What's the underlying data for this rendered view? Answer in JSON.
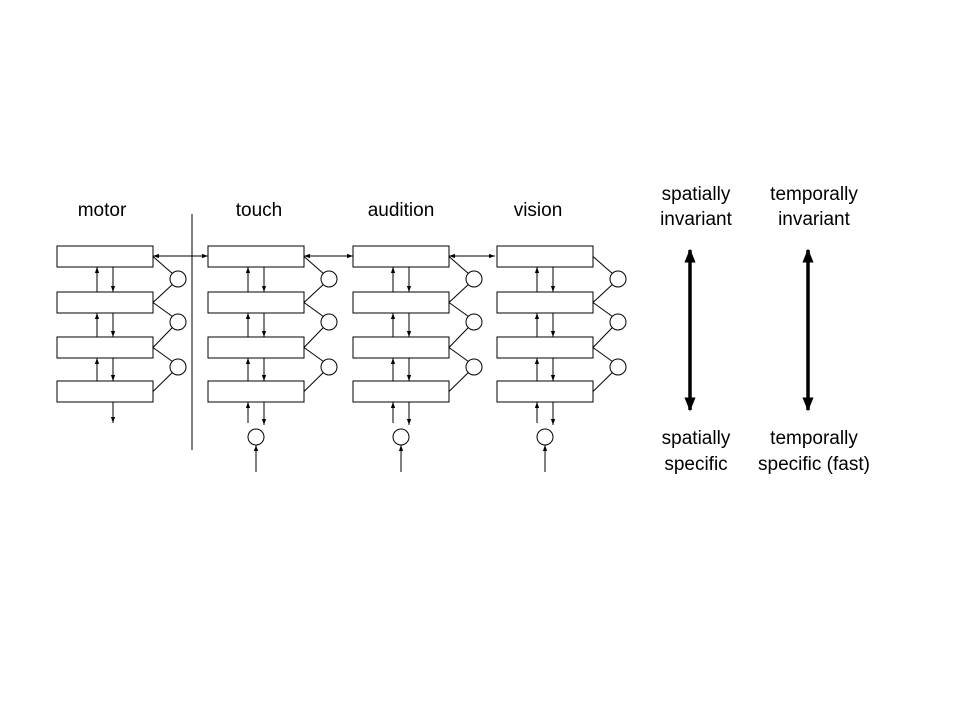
{
  "columns": [
    {
      "label": "motor",
      "has_input": false
    },
    {
      "label": "touch",
      "has_input": true
    },
    {
      "label": "audition",
      "has_input": true
    },
    {
      "label": "vision",
      "has_input": true
    }
  ],
  "axes": [
    {
      "top_label": [
        "spatially",
        "invariant"
      ],
      "bottom_label": [
        "spatially",
        "specific"
      ]
    },
    {
      "top_label": [
        "temporally",
        "invariant"
      ],
      "bottom_label": [
        "temporally",
        "specific (fast)"
      ]
    }
  ]
}
